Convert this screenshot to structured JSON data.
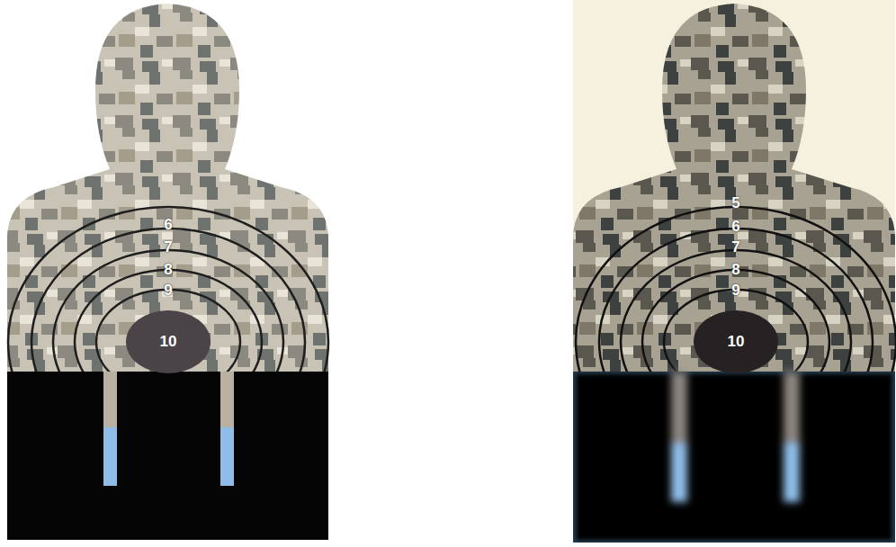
{
  "diagram": {
    "nodes": [
      {
        "text": [
          "10"
        ]
      },
      {
        "text": [
          "10"
        ]
      }
    ],
    "labels": [
      "6",
      "7",
      "8",
      "9",
      "5",
      "6",
      "7",
      "8",
      "9"
    ]
  }
}
